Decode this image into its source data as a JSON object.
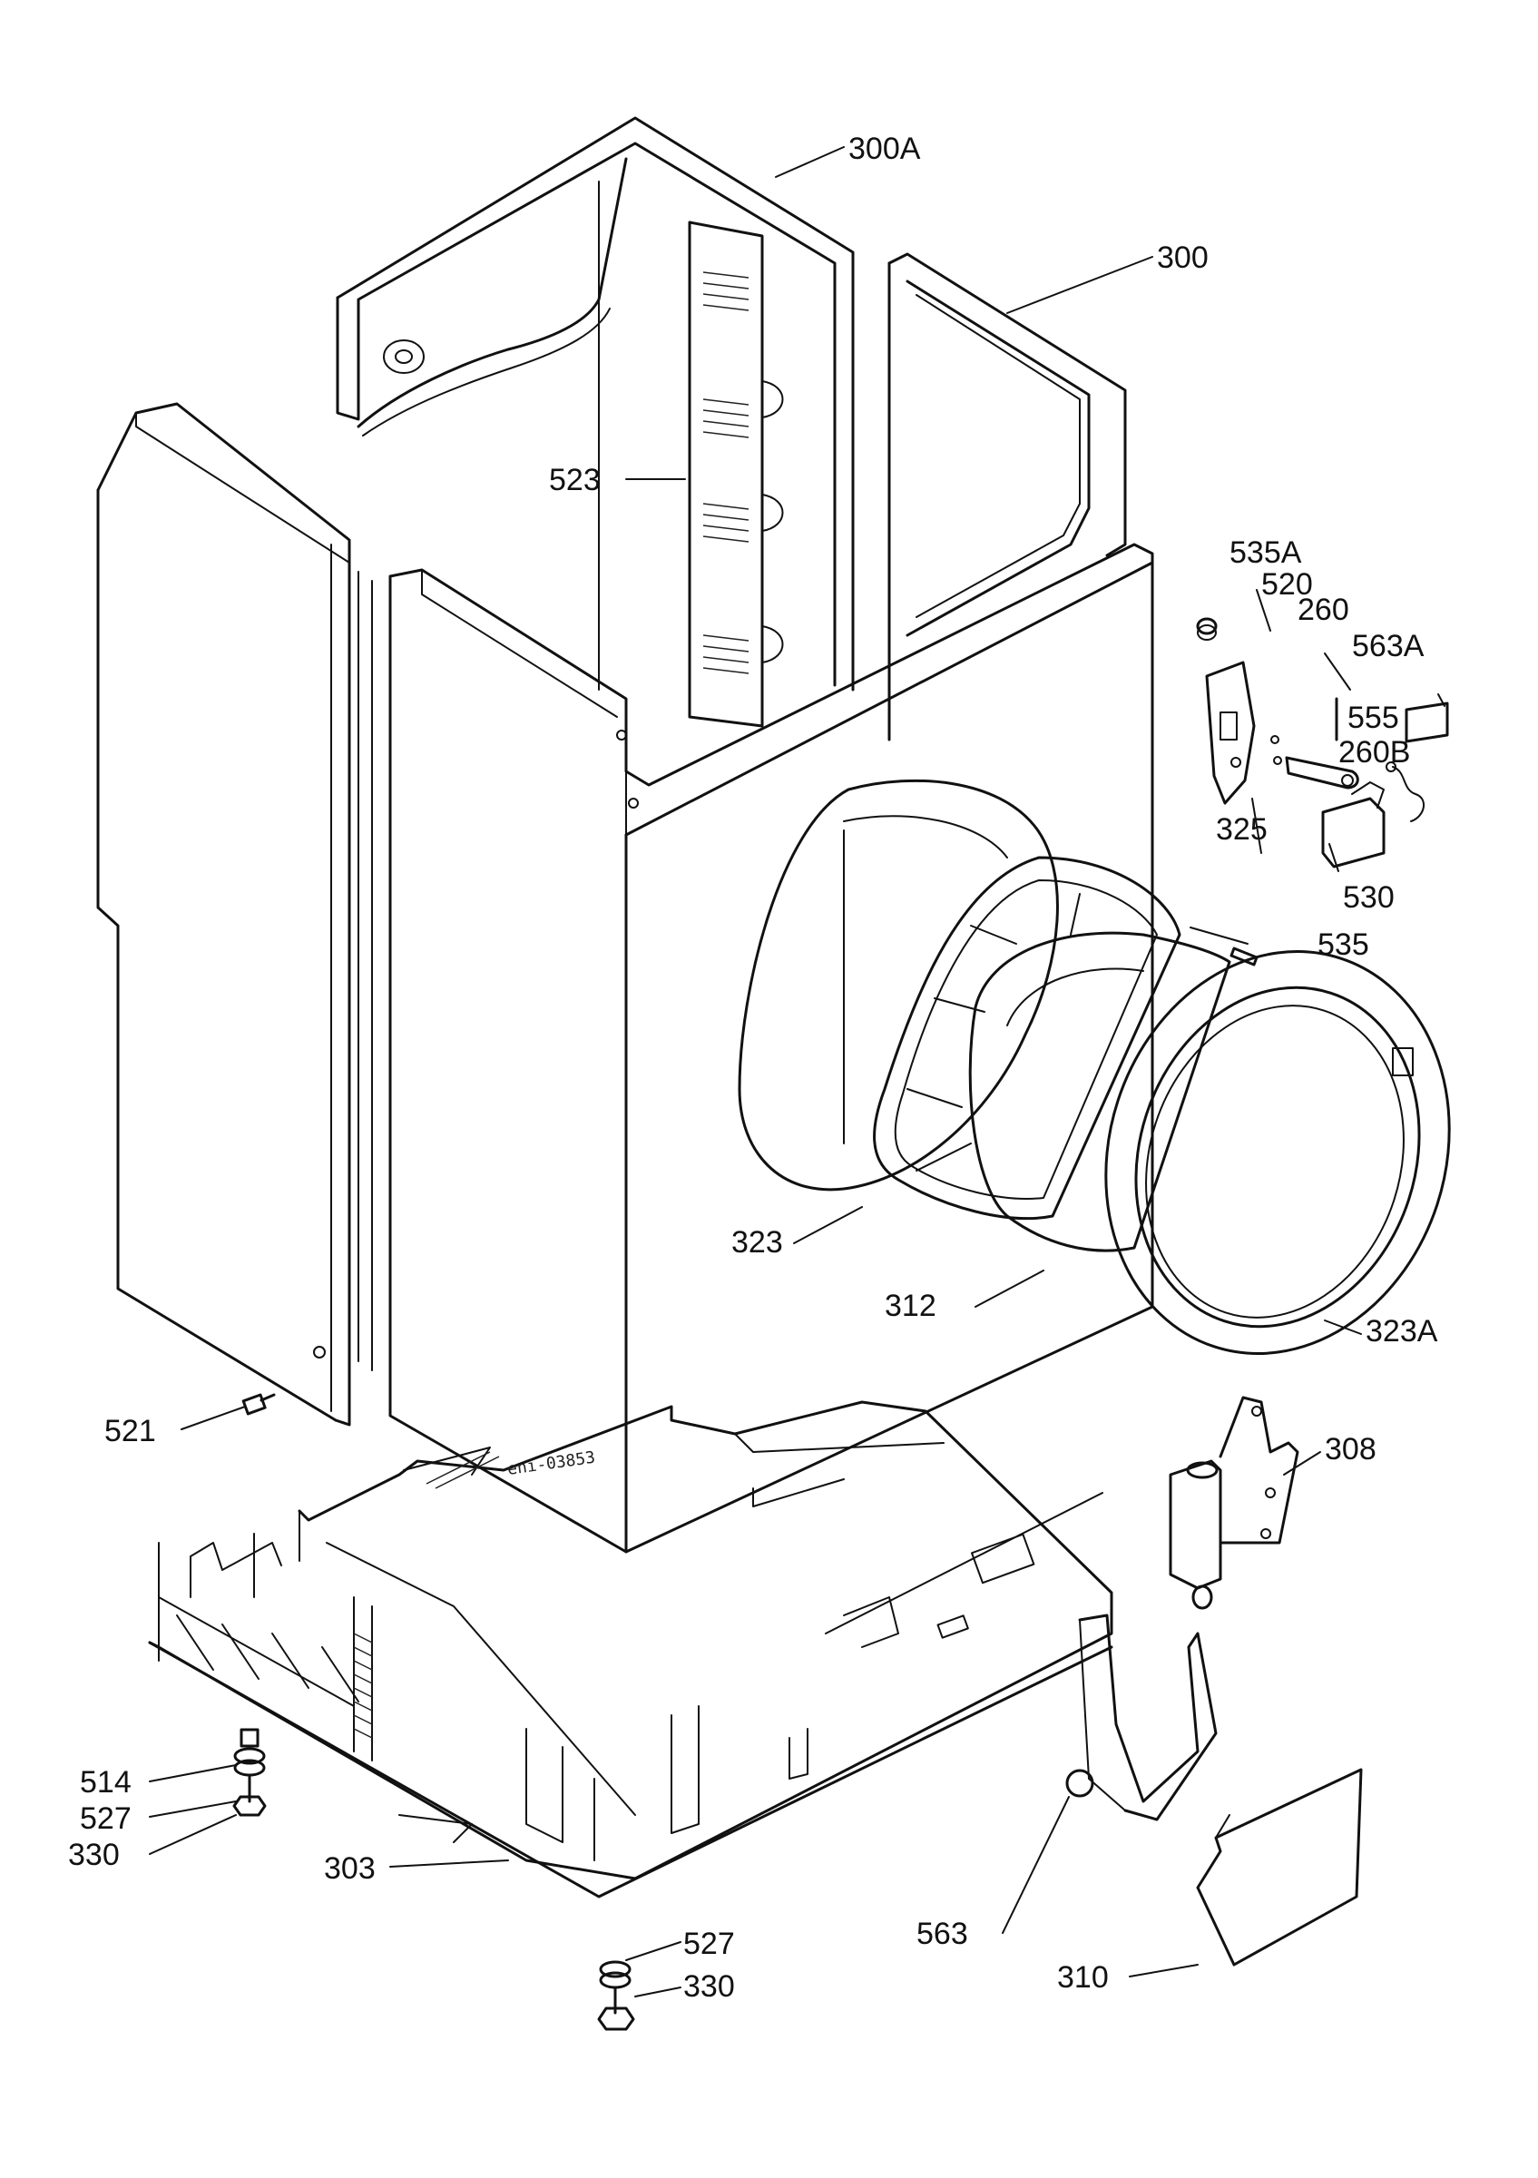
{
  "stamp": "eni-03853",
  "labels": {
    "l300A": "300A",
    "l300": "300",
    "l523": "523",
    "l535A": "535A",
    "l520": "520",
    "l260": "260",
    "l563A": "563A",
    "l555": "555",
    "l260B": "260B",
    "l325": "325",
    "l530": "530",
    "l535": "535",
    "l323": "323",
    "l312": "312",
    "l323A": "323A",
    "l521": "521",
    "l308": "308",
    "l514": "514",
    "l527a": "527",
    "l330a": "330",
    "l303": "303",
    "l527b": "527",
    "l330b": "330",
    "l563": "563",
    "l310": "310"
  }
}
